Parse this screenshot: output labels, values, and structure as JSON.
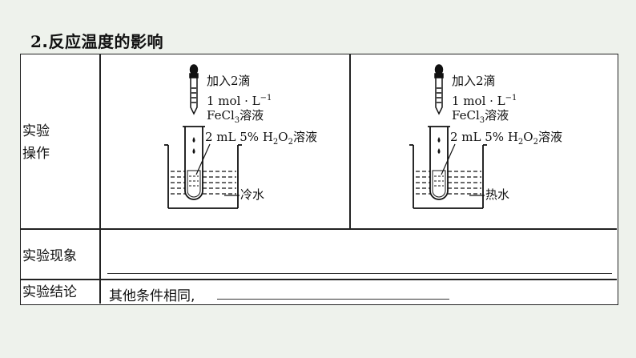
{
  "heading": {
    "number": "2",
    "title": ".反应温度的影响"
  },
  "table": {
    "row1_label_line1": "实验",
    "row1_label_line2": "操作",
    "row2_label": "实验现象",
    "row3_label": "实验结论",
    "conclusion_prefix": "其他条件相同,"
  },
  "figures": [
    {
      "dropper_line1": "加入2滴",
      "dropper_line2_a": "1 mol · L",
      "dropper_line2_sup": "−1",
      "dropper_line3_a": "FeCl",
      "dropper_line3_sub": "3",
      "dropper_line3_b": "溶液",
      "tube_a": "2 mL 5%  H",
      "tube_sub1": "2",
      "tube_b": "O",
      "tube_sub2": "2",
      "tube_c": "溶液",
      "bath_label": "冷水"
    },
    {
      "dropper_line1": "加入2滴",
      "dropper_line2_a": "1 mol · L",
      "dropper_line2_sup": "−1",
      "dropper_line3_a": "FeCl",
      "dropper_line3_sub": "3",
      "dropper_line3_b": "溶液",
      "tube_a": "2 mL 5%  H",
      "tube_sub1": "2",
      "tube_b": "O",
      "tube_sub2": "2",
      "tube_c": "溶液",
      "bath_label": "热水"
    }
  ]
}
